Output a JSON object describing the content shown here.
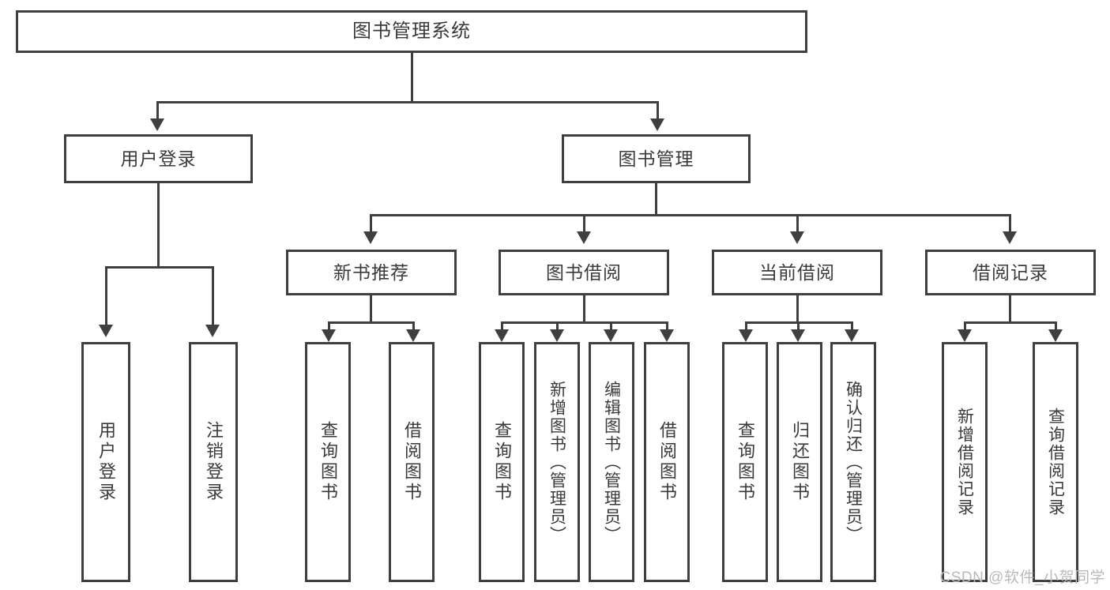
{
  "diagram": {
    "title": "图书管理系统",
    "watermark": "CSDN @软件_小贺同学",
    "accent_color": "#3f3f3f",
    "background_color": "#ffffff",
    "text_color": "#3a3a3a"
  },
  "nodes": {
    "root": {
      "label": "图书管理系统"
    },
    "level2": [
      {
        "label": "用户登录"
      },
      {
        "label": "图书管理"
      }
    ],
    "level3": [
      {
        "label": "新书推荐"
      },
      {
        "label": "图书借阅"
      },
      {
        "label": "当前借阅"
      },
      {
        "label": "借阅记录"
      }
    ],
    "leaves": {
      "user_login": [
        {
          "label": "用户登录"
        },
        {
          "label": "注销登录"
        }
      ],
      "new_books": [
        {
          "label": "查询图书"
        },
        {
          "label": "借阅图书"
        }
      ],
      "book_borrow": [
        {
          "label": "查询图书"
        },
        {
          "label": "新增图书（管理员）"
        },
        {
          "label": "编辑图书（管理员）"
        },
        {
          "label": "借阅图书"
        }
      ],
      "current_borrow": [
        {
          "label": "查询图书"
        },
        {
          "label": "归还图书"
        },
        {
          "label": "确认归还（管理员）"
        }
      ],
      "borrow_records": [
        {
          "label": "新增借阅记录"
        },
        {
          "label": "查询借阅记录"
        }
      ]
    }
  }
}
